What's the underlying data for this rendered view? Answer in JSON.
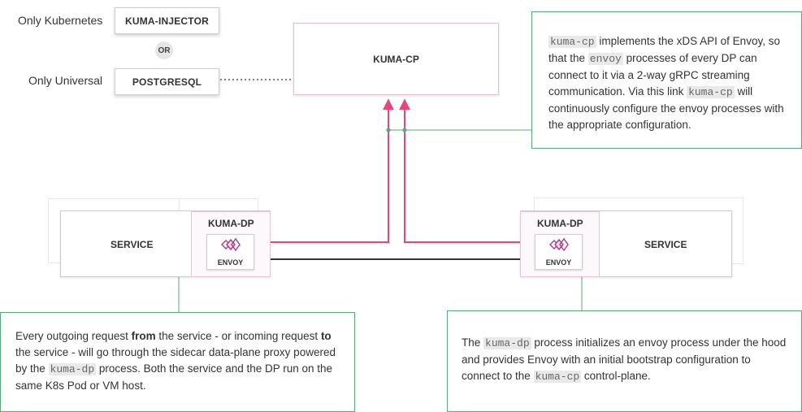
{
  "left_panel": {
    "only_kubernetes_label": "Only Kubernetes",
    "kuma_injector_label": "KUMA-INJECTOR",
    "or_label": "OR",
    "only_universal_label": "Only Universal",
    "postgresql_label": "POSTGRESQL"
  },
  "control_plane": {
    "label": "KUMA-CP"
  },
  "left_host": {
    "service_label": "SERVICE",
    "dp_label": "KUMA-DP",
    "envoy_label": "ENVOY"
  },
  "right_host": {
    "service_label": "SERVICE",
    "dp_label": "KUMA-DP",
    "envoy_label": "ENVOY"
  },
  "notes": {
    "cp_note": {
      "parts": [
        {
          "code": "kuma-cp"
        },
        {
          "text": " implements the xDS API of Envoy, so that the "
        },
        {
          "code": "envoy"
        },
        {
          "text": " processes of every DP can connect to it via a 2-way gRPC streaming communication. Via this link "
        },
        {
          "code": "kuma-cp"
        },
        {
          "text": " will continuously configure the envoy processes with the appropriate configuration."
        }
      ]
    },
    "left_note": {
      "parts": [
        {
          "text": "Every outgoing request "
        },
        {
          "bold": "from"
        },
        {
          "text": " the service - or incoming request "
        },
        {
          "bold": "to"
        },
        {
          "text": " the service - will go through the sidecar data-plane proxy powered by the "
        },
        {
          "code": "kuma-dp"
        },
        {
          "text": " process. Both the service and the DP run on the same K8s Pod or VM host."
        }
      ]
    },
    "right_note": {
      "parts": [
        {
          "text": "The "
        },
        {
          "code": "kuma-dp"
        },
        {
          "text": " process initializes an envoy process under the hood and provides Envoy with an initial bootstrap configuration to connect to the "
        },
        {
          "code": "kuma-cp"
        },
        {
          "text": " control-plane."
        }
      ]
    }
  },
  "colors": {
    "pink": "#e8457f",
    "dark": "#333333",
    "green": "#5aa978",
    "gray_arrow": "#a8b3bf",
    "envoy_icon": "#ac3b86"
  }
}
